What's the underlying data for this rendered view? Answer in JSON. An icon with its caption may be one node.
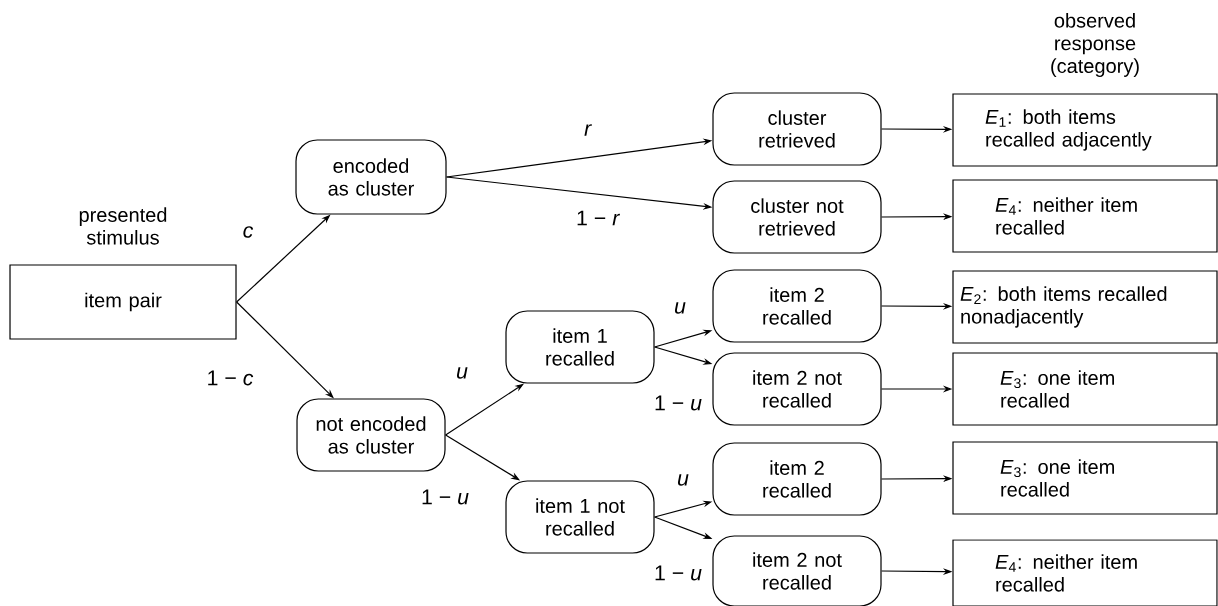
{
  "diagram": {
    "nodes": [
      {
        "text": [
          "item pair"
        ],
        "beside": [
          "presented stimulus"
        ]
      },
      {
        "text": [
          "encoded as cluster"
        ]
      },
      {
        "text": [
          "not encoded as cluster"
        ]
      },
      {
        "text": [
          "cluster retrieved"
        ]
      },
      {
        "text": [
          "cluster not retrieved"
        ]
      },
      {
        "text": [
          "item 1 recalled"
        ]
      },
      {
        "text": [
          "item 1 not recalled"
        ]
      },
      {
        "text": [
          "item 2 recalled"
        ]
      },
      {
        "text": [
          "item 2 not recalled"
        ]
      },
      {
        "text": [
          "item 2 recalled"
        ]
      },
      {
        "text": [
          "item 2 not recalled"
        ]
      },
      {
        "text": [
          "*E*$_{1}$: both items recalled adjacently"
        ]
      },
      {
        "text": [
          "*E*$_{4}$: neither item recalled"
        ]
      },
      {
        "text": [
          "*E*$_{2}$: both items recalled nonadjacently"
        ]
      },
      {
        "text": [
          "*E*$_{3}$: one item recalled"
        ]
      },
      {
        "text": [
          "*E*$_{3}$: one item recalled"
        ]
      },
      {
        "text": [
          "*E*$_{4}$: neither item recalled"
        ]
      }
    ],
    "edges": [
      {
        "from": 0,
        "to": 1,
        "arrow": "to",
        "label": "*c*"
      },
      {
        "from": 0,
        "to": 2,
        "arrow": "to",
        "label": "1 − *c*"
      },
      {
        "from": 1,
        "to": 3,
        "arrow": "to",
        "label": "*r*"
      },
      {
        "from": 1,
        "to": 4,
        "arrow": "to",
        "label": "1 − *r*"
      },
      {
        "from": 2,
        "to": 5,
        "arrow": "to",
        "label": "*u*"
      },
      {
        "from": 2,
        "to": 6,
        "arrow": "to",
        "label": "1 − *u*"
      },
      {
        "from": 5,
        "to": 7,
        "arrow": "to",
        "label": "*u*"
      },
      {
        "from": 5,
        "to": 8,
        "arrow": "to",
        "label": "1 − *u*"
      },
      {
        "from": 6,
        "to": 9,
        "arrow": "to",
        "label": "*u*"
      },
      {
        "from": 6,
        "to": 10,
        "arrow": "to",
        "label": "1 − *u*"
      },
      {
        "from": 3,
        "to": 11,
        "arrow": "to"
      },
      {
        "from": 4,
        "to": 12,
        "arrow": "to"
      },
      {
        "from": 7,
        "to": 13,
        "arrow": "to"
      },
      {
        "from": 8,
        "to": 14,
        "arrow": "to"
      },
      {
        "from": 9,
        "to": 15,
        "arrow": "to"
      },
      {
        "from": 10,
        "to": 16,
        "arrow": "to"
      }
    ],
    "labels": [
      "observed response (category)"
    ]
  }
}
